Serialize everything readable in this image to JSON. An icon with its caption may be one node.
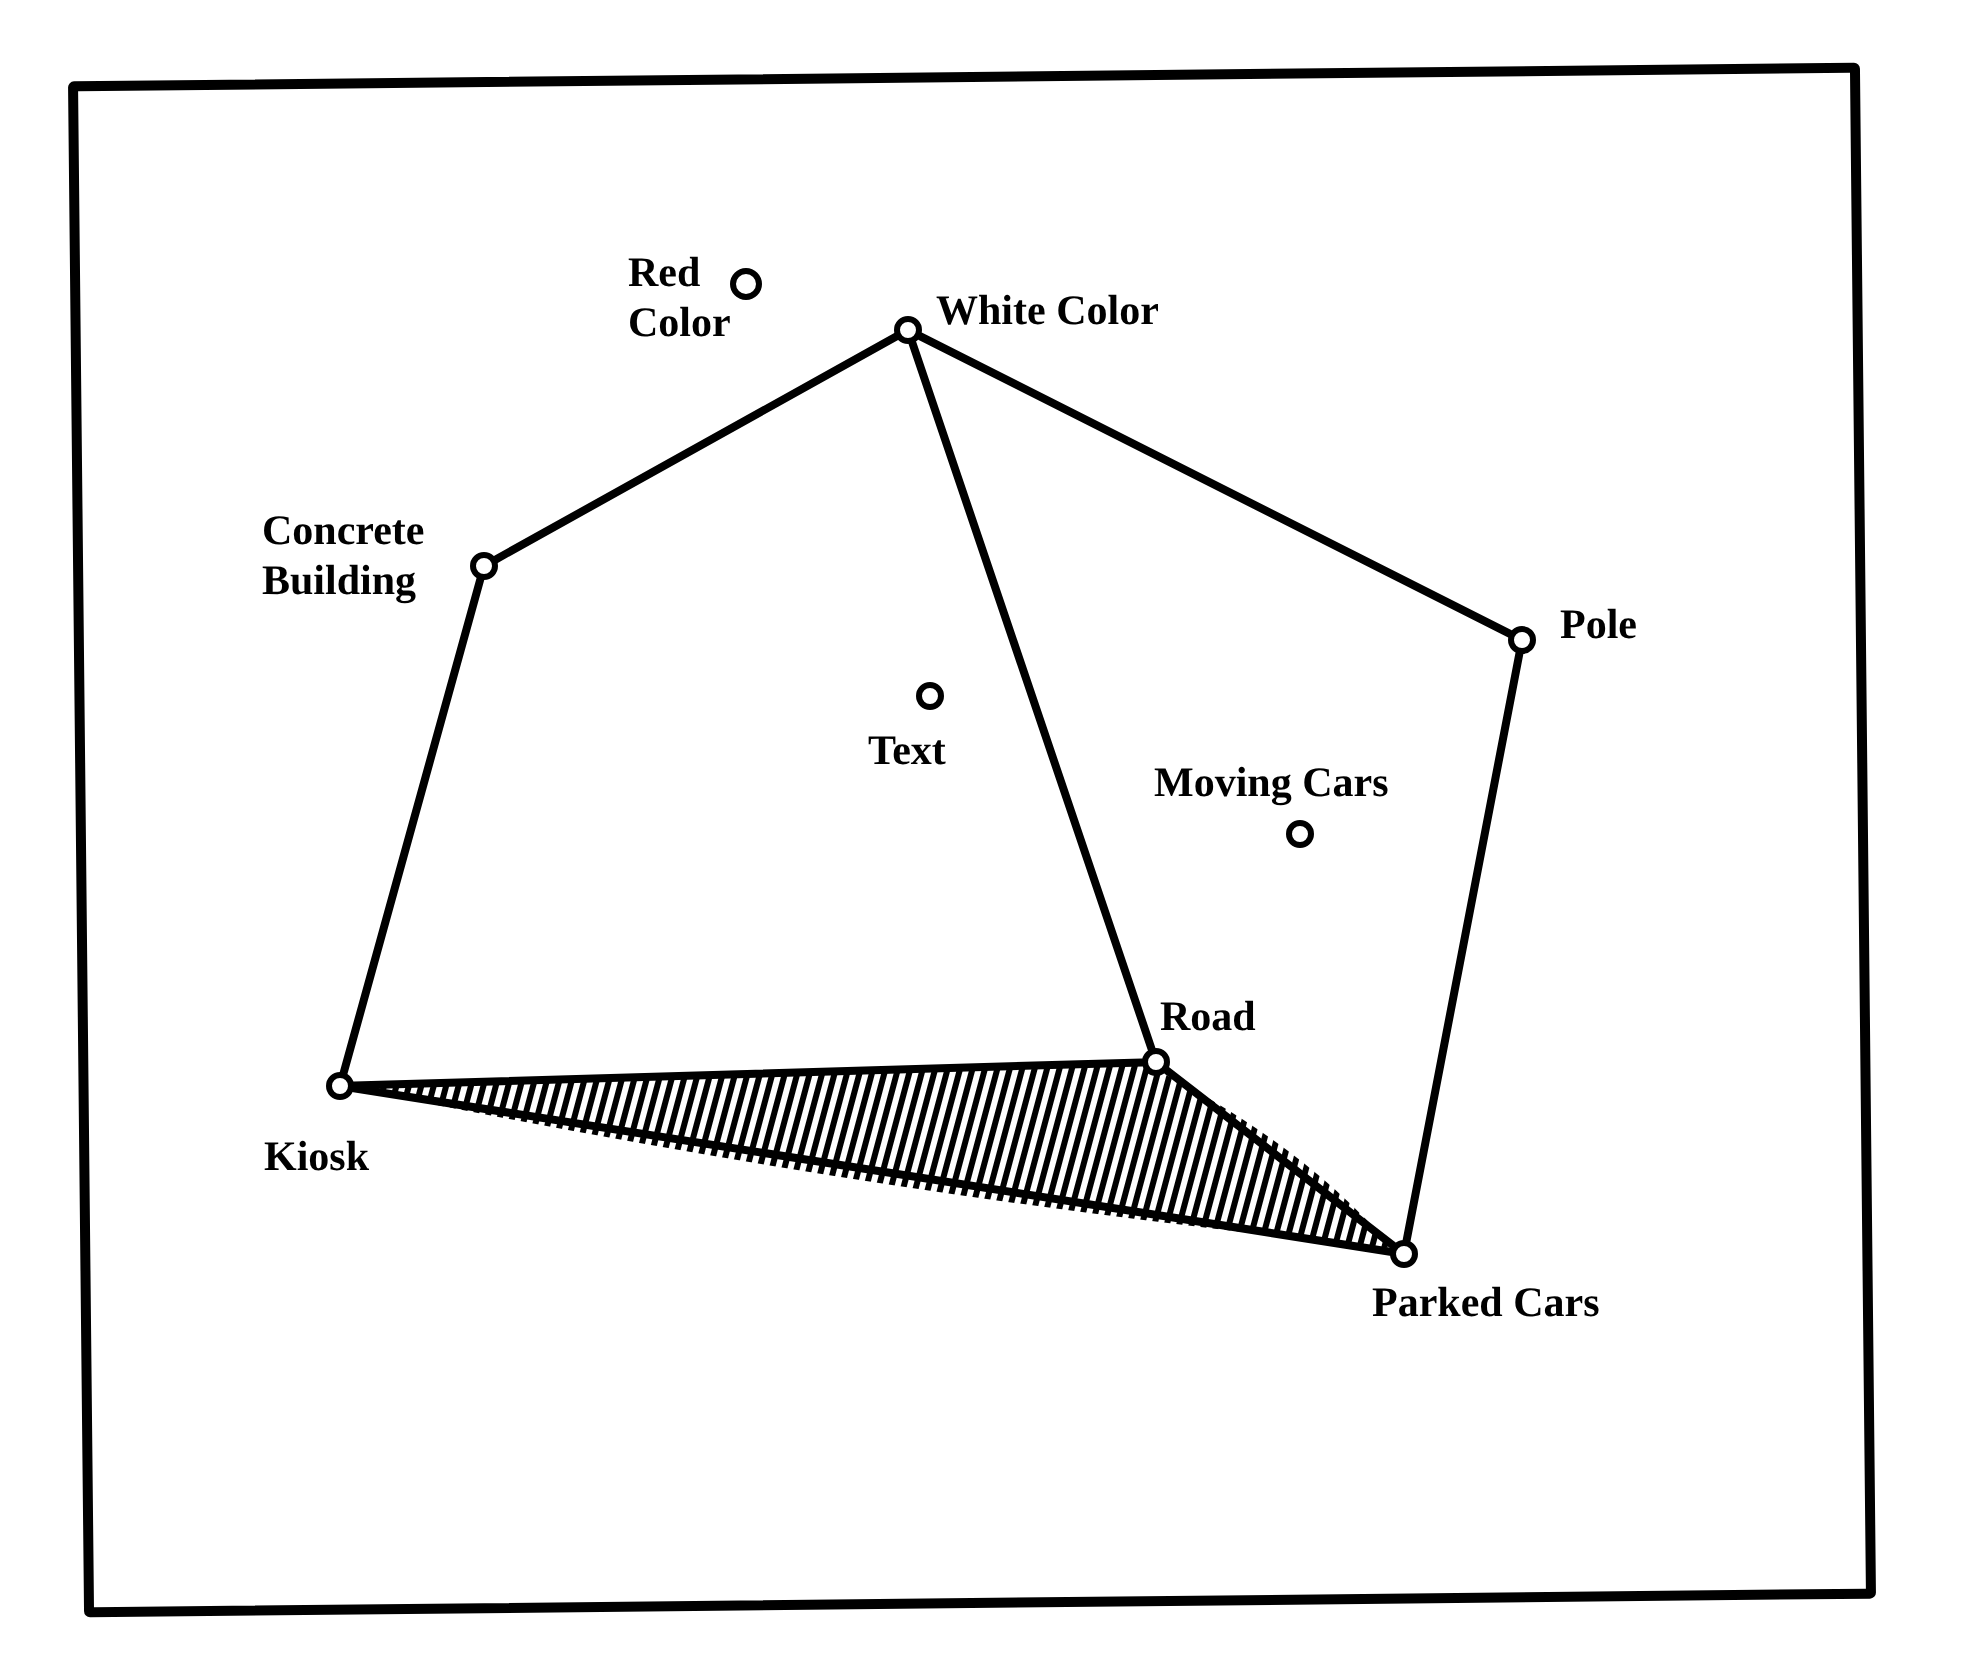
{
  "diagram": {
    "nodes": [
      {
        "text": [
          "Red Color"
        ]
      },
      {
        "text": [
          "White Color"
        ]
      },
      {
        "text": [
          "Concrete Building"
        ]
      },
      {
        "text": [
          "Pole"
        ]
      },
      {
        "text": [
          "Text"
        ]
      },
      {
        "text": [
          "Moving Cars"
        ]
      },
      {
        "text": [
          "Road"
        ]
      },
      {
        "text": [
          "Kiosk"
        ]
      },
      {
        "text": [
          "Parked Cars"
        ]
      }
    ],
    "edges": [
      {
        "from": 1,
        "to": 2,
        "arrow": "none"
      },
      {
        "from": 1,
        "to": 3,
        "arrow": "none"
      },
      {
        "from": 1,
        "to": 6,
        "arrow": "none"
      },
      {
        "from": 2,
        "to": 7,
        "arrow": "none"
      },
      {
        "from": 3,
        "to": 8,
        "arrow": "none"
      },
      {
        "from": 7,
        "to": 6,
        "arrow": "none"
      },
      {
        "from": 6,
        "to": 8,
        "arrow": "none"
      },
      {
        "from": 7,
        "to": 8,
        "arrow": "none"
      }
    ]
  }
}
